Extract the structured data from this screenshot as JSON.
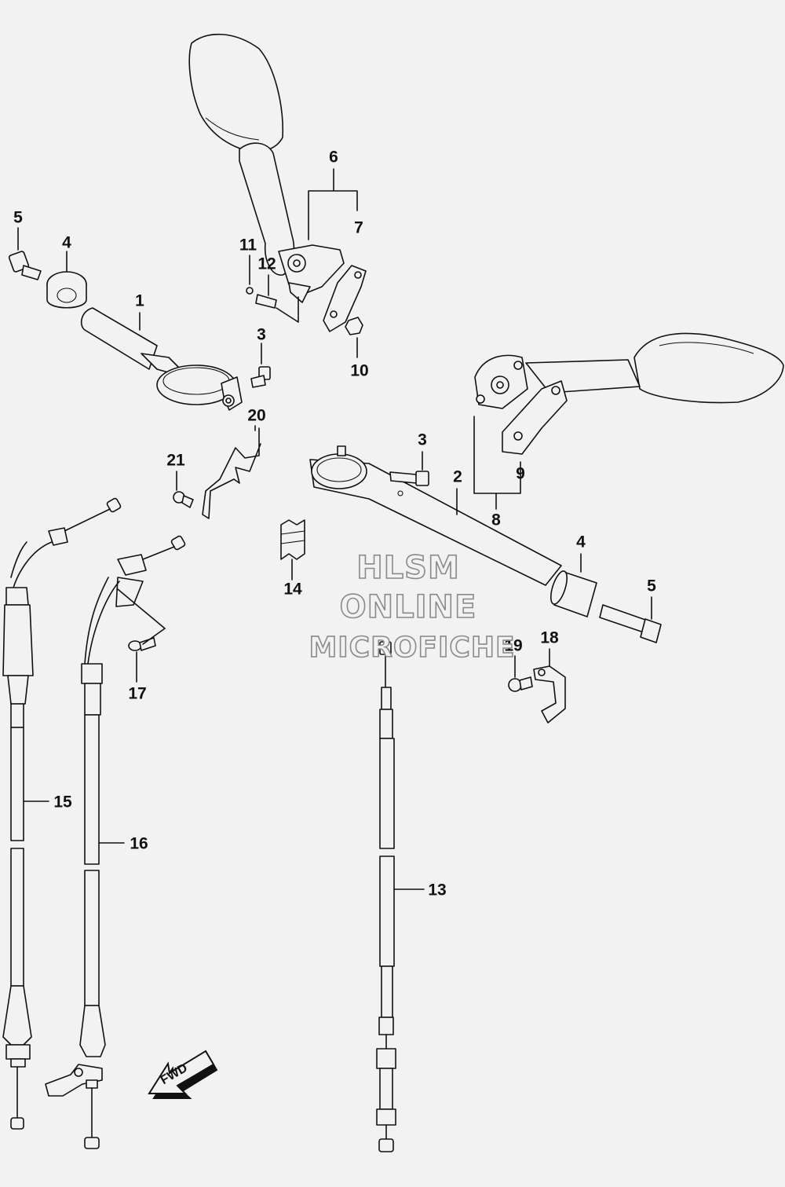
{
  "callouts": {
    "c1": "1",
    "c2": "2",
    "c3a": "3",
    "c3b": "3",
    "c4a": "4",
    "c4b": "4",
    "c5a": "5",
    "c5b": "5",
    "c6": "6",
    "c7": "7",
    "c8": "8",
    "c9": "9",
    "c10": "10",
    "c11": "11",
    "c12": "12",
    "c13": "13",
    "c14": "14",
    "c15": "15",
    "c16": "16",
    "c17": "17",
    "c18": "18",
    "c19": "19",
    "c20": "20",
    "c21": "21"
  },
  "watermark": {
    "line1": "HLSM",
    "line2": "ONLINE",
    "line3": "MICROFICHE"
  },
  "fwd_label": "FWD",
  "colors": {
    "background": "#f2f2f2",
    "line": "#111111",
    "watermark_outline": "#8a8a8a"
  }
}
